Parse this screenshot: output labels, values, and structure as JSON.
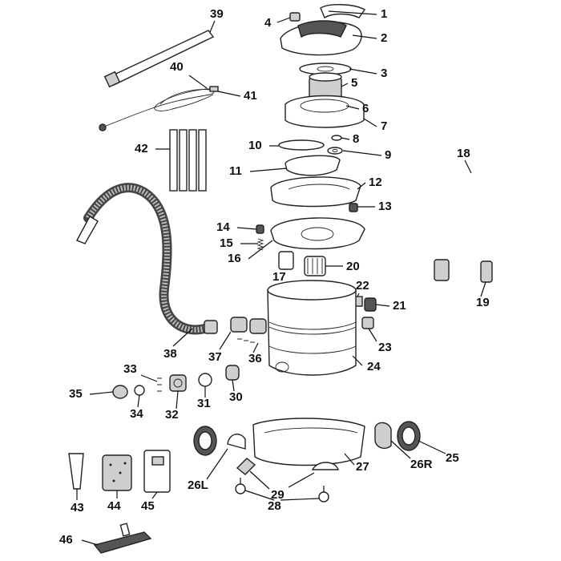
{
  "labels": [
    "1",
    "2",
    "3",
    "4",
    "5",
    "6",
    "7",
    "8",
    "9",
    "10",
    "11",
    "12",
    "13",
    "14",
    "15",
    "16",
    "17",
    "18",
    "19",
    "20",
    "21",
    "22",
    "23",
    "24",
    "25",
    "26L",
    "26R",
    "27",
    "28",
    "29",
    "30",
    "31",
    "32",
    "33",
    "34",
    "35",
    "36",
    "37",
    "38",
    "39",
    "40",
    "41",
    "42",
    "43",
    "44",
    "45",
    "46"
  ]
}
